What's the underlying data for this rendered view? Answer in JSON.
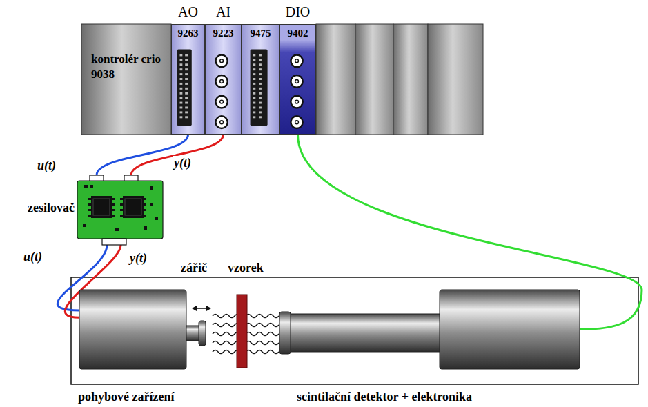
{
  "diagram": {
    "nodes": [
      {
        "text": [
          "kontrolér crio 9038"
        ]
      },
      {
        "text": [
          "AO",
          "9263"
        ],
        "in": 0
      },
      {
        "text": [
          "AI",
          "9223"
        ],
        "in": 0
      },
      {
        "text": [
          "9475"
        ],
        "in": 0
      },
      {
        "text": [
          "DIO",
          "9402"
        ],
        "in": 0
      },
      {
        "text": [
          "zesilovač"
        ]
      },
      {
        "text": [
          "pohybové zařízení"
        ]
      },
      {
        "text": [
          "scintilační detektor + elektronika"
        ]
      }
    ],
    "edges": [
      {
        "from": 1,
        "to": 5,
        "label": "u(t)",
        "arrow": "none"
      },
      {
        "from": 5,
        "to": 2,
        "label": "y(t)",
        "arrow": "none"
      },
      {
        "from": 5,
        "to": 6,
        "label": "u(t)",
        "arrow": "none"
      },
      {
        "from": 6,
        "to": 5,
        "label": "y(t)",
        "arrow": "none"
      },
      {
        "from": 7,
        "to": 4,
        "arrow": "none"
      }
    ],
    "labels": [
      "zářič",
      "vzorek"
    ]
  }
}
